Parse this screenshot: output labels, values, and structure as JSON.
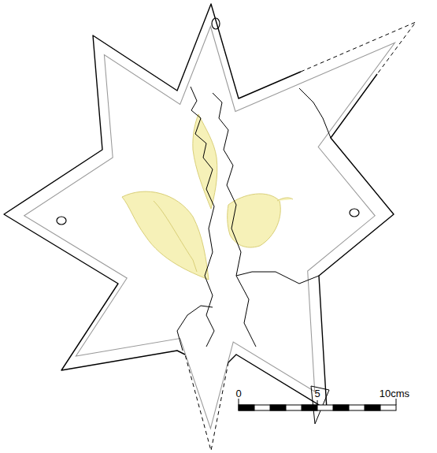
{
  "diagram": {
    "labels": [
      "0",
      "5",
      "10cms"
    ]
  }
}
